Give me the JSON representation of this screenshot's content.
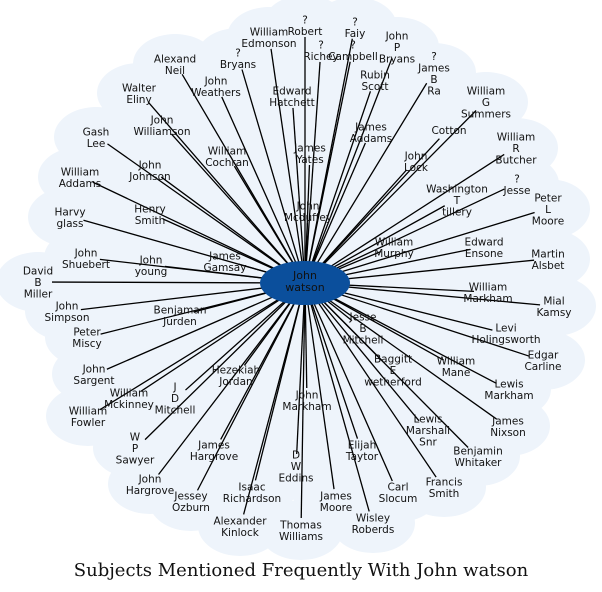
{
  "title": "Subjects Mentioned Frequently With John watson",
  "hub": {
    "label": "John\nwatson",
    "color": "#0b4f9c"
  },
  "colors": {
    "halo": "#eef4fb",
    "edge": "#000000"
  },
  "nodes": [
    "William\nEdmonson",
    "?\nRobert",
    "?\nFaiy",
    "John\nP\nBryans",
    "Alexand\nNeil",
    "?\nBryans",
    "?\nRichey",
    "?\nCampbell",
    "?\nJames\nB\nRa",
    "Walter\nEliny",
    "John\nWeathers",
    "Edward\nHatchett",
    "Rubin\nScott",
    "William\nG\nSummers",
    "Gash\nLee",
    "John\nWilliamson",
    "James\nAddams",
    "Cotton",
    "William\nR\nButcher",
    "William\nAddams",
    "John\nJohnson",
    "William\nCochran",
    "James\nYates",
    "John\nLock",
    "Washington\nT\ntillery",
    "?\nJesse",
    "Peter\nL\nMoore",
    "Harvy\nglass",
    "Henry\nSmith",
    "John\nMcduffey",
    "William\nMurphy",
    "Edward\nEnsone",
    "Martin\nAlsbet",
    "John\nShuebert",
    "James\nGamsay",
    "John\nyoung",
    "David\nB\nMiller",
    "William\nMarkham",
    "Mial\nKamsy",
    "John\nSimpson",
    "Benjaman\nJurden",
    "Jesse\nB\nMitchell",
    "Levi\nHolingsworth",
    "Peter\nMiscy",
    "Baggitt\nE\nwetherford",
    "William\nMane",
    "Edgar\nCarline",
    "John\nSargent",
    "Hezekiah\nJordan",
    "Lewis\nMarkham",
    "William\nMckinney",
    "J\nD\nMitchell",
    "John\nMarkham",
    "Lewis\nMarshall\nSnr",
    "James\nNixson",
    "William\nFowler",
    "W\nP\nSawyer",
    "James\nHargrove",
    "D\nW\nEddins",
    "Elijah\nTaytor",
    "Benjamin\nWhitaker",
    "John\nHargrove",
    "Isaac\nRichardson",
    "Carl\nSlocum",
    "Francis\nSmith",
    "Jessey\nOzburn",
    "James\nMoore",
    "Alexander\nKinlock",
    "Thomas\nWilliams",
    "Wisley\nRoberds"
  ]
}
